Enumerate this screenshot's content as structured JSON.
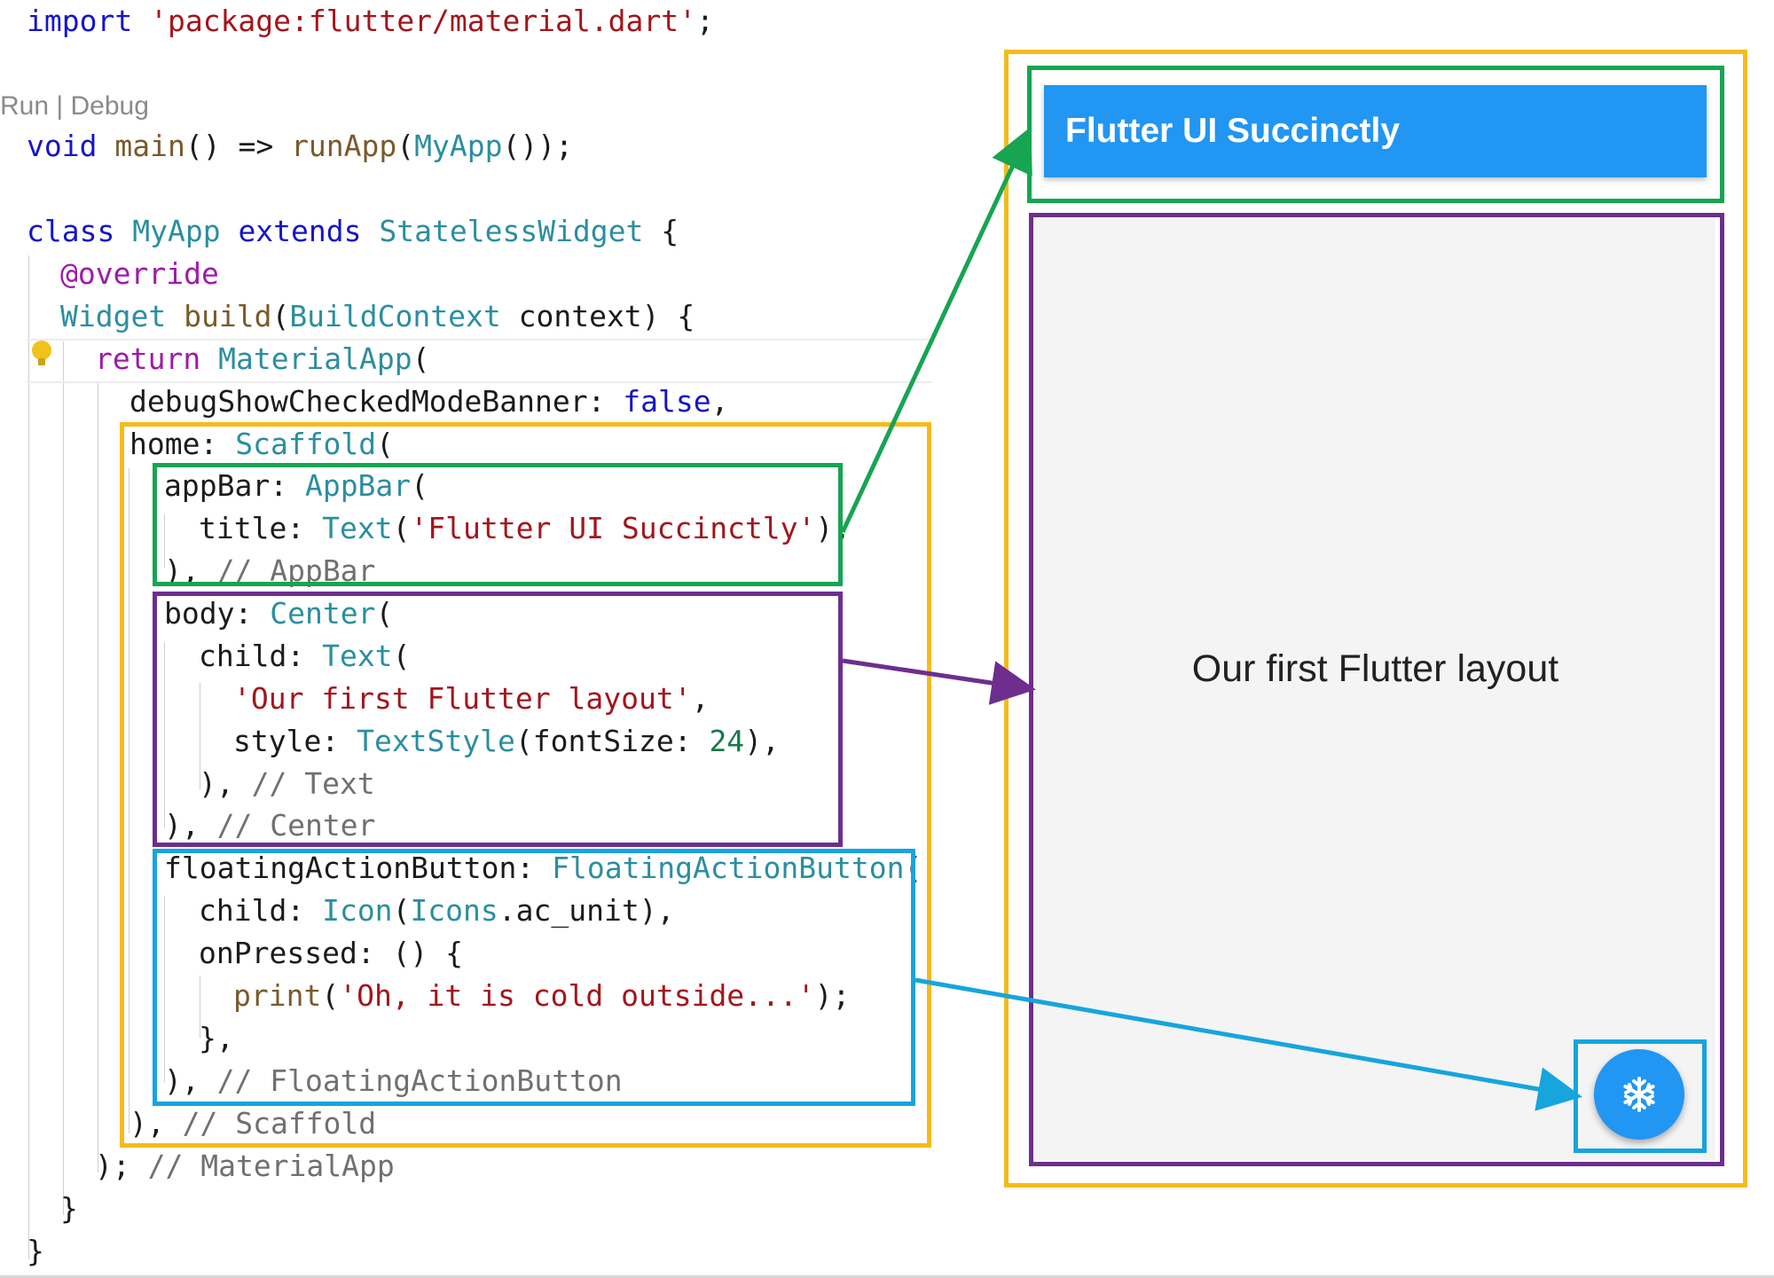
{
  "codelens": "Run | Debug",
  "code": {
    "import_kw": "import",
    "import_str": "'package:flutter/material.dart'",
    "import_end": ";",
    "void_kw": "void",
    "main_fn": "main",
    "main_mid": "() => ",
    "runapp_fn": "runApp",
    "main_paren": "(",
    "myapp_type": "MyApp",
    "main_end": "());",
    "class_kw": "class",
    "class_name": "MyApp",
    "extends_kw": "extends",
    "stateless": "StatelessWidget",
    "brace_open": " {",
    "override": "@override",
    "widget_type": "Widget",
    "build_fn": "build",
    "build_paren": "(",
    "buildcontext": "BuildContext",
    "context_end": " context) {",
    "return_kw": "return",
    "materialapp": "MaterialApp",
    "paren_open": "(",
    "debug_key": "debugShowCheckedModeBanner: ",
    "false_kw": "false",
    "comma": ",",
    "home_key": "home: ",
    "scaffold": "Scaffold",
    "appbar_key": "appBar: ",
    "appbar_type": "AppBar",
    "title_key": "title: ",
    "text_type": "Text",
    "title_str": "'Flutter UI Succinctly'",
    "title_end": "),",
    "appbar_close": "), ",
    "appbar_comment": "// AppBar",
    "body_key": "body: ",
    "center_type": "Center",
    "child_key": "child: ",
    "text_str": "'Our first Flutter layout'",
    "style_key": "style: ",
    "textstyle": "TextStyle",
    "fontsize_key": "(fontSize: ",
    "fontsize_val": "24",
    "fontsize_end": "),",
    "text_close": "), ",
    "text_comment": "// Text",
    "center_close": "), ",
    "center_comment": "// Center",
    "fab_key": "floatingActionButton: ",
    "fab_type": "FloatingActionButton",
    "icon_type": "Icon",
    "icons_type": "Icons",
    "icon_val": ".ac_unit",
    "icon_end": "),",
    "onpressed": "onPressed: () {",
    "print_fn": "print",
    "print_str": "'Oh, it is cold outside...'",
    "print_end": ");",
    "close_brace_comma": "},",
    "fab_close": "), ",
    "fab_comment": "// FloatingActionButton",
    "scaffold_close": "), ",
    "scaffold_comment": "// Scaffold",
    "material_close": "); ",
    "material_comment": "// MaterialApp",
    "brace_close": "}"
  },
  "preview": {
    "appbar_title": "Flutter UI Succinctly",
    "body_text": "Our first Flutter layout",
    "fab_icon": "snowflake-icon"
  },
  "colors": {
    "yellow": "#f4bb1c",
    "green": "#17a552",
    "purple": "#6d2e8d",
    "cyan": "#16a5dd",
    "appbar": "#2196f3"
  }
}
